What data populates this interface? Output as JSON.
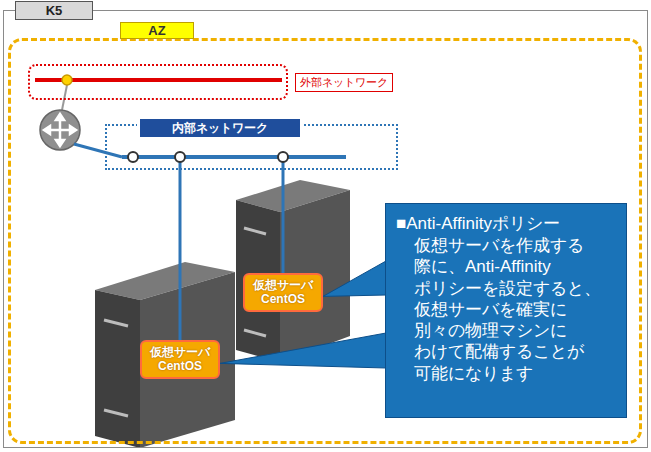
{
  "diagram": {
    "nodes": [
      {
        "text": [
          "K5"
        ]
      },
      {
        "text": [
          "AZ"
        ],
        "in": 0
      },
      {
        "text": [
          "外部ネットワーク"
        ],
        "in": 1
      },
      {
        "text": [
          "内部ネットワーク"
        ],
        "in": 1
      },
      {
        "text": [
          "仮想サーバ CentOS"
        ],
        "in": 1
      },
      {
        "text": [
          "仮想サーバ CentOS"
        ],
        "in": 1
      },
      {
        "text": [
          "■Anti-Affinityポリシー",
          "仮想サーバを作成する 際に、Anti-Affinity ポリシーを設定すると、 仮想サーバを確実に 別々の物理マシンに わけて配備することが 可能になります"
        ],
        "in": 1
      }
    ],
    "edges": [
      {
        "from": 6,
        "to": 4,
        "arrow": "none"
      },
      {
        "from": 6,
        "to": 5,
        "arrow": "none"
      },
      {
        "from": 4,
        "to": 3,
        "arrow": "none"
      },
      {
        "from": 5,
        "to": 3,
        "arrow": "none"
      }
    ]
  }
}
